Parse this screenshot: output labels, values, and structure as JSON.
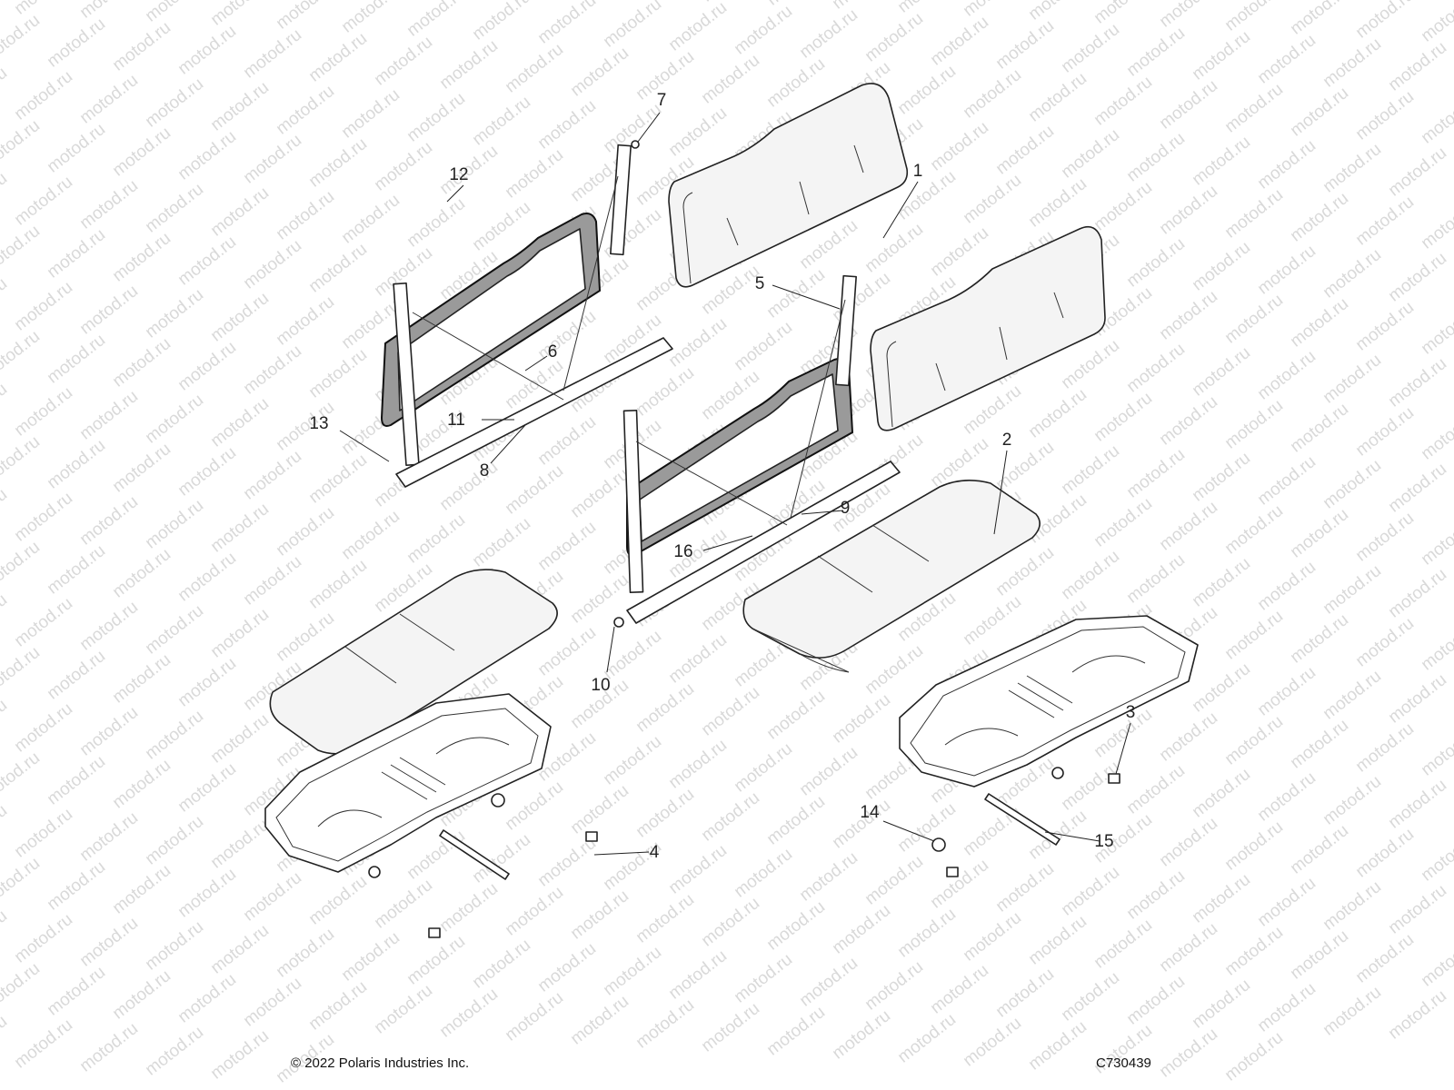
{
  "diagram": {
    "callouts": [
      {
        "id": "1",
        "label": "1"
      },
      {
        "id": "2",
        "label": "2"
      },
      {
        "id": "3",
        "label": "3"
      },
      {
        "id": "4",
        "label": "4"
      },
      {
        "id": "5",
        "label": "5"
      },
      {
        "id": "6",
        "label": "6"
      },
      {
        "id": "7",
        "label": "7"
      },
      {
        "id": "8",
        "label": "8"
      },
      {
        "id": "9",
        "label": "9"
      },
      {
        "id": "10",
        "label": "10"
      },
      {
        "id": "11",
        "label": "11"
      },
      {
        "id": "12",
        "label": "12"
      },
      {
        "id": "13",
        "label": "13"
      },
      {
        "id": "14",
        "label": "14"
      },
      {
        "id": "15",
        "label": "15"
      },
      {
        "id": "16",
        "label": "16"
      }
    ]
  },
  "watermark": {
    "text": "motod.ru"
  },
  "footer": {
    "copyright": "© 2022 Polaris Industries Inc.",
    "code": "C730439"
  }
}
